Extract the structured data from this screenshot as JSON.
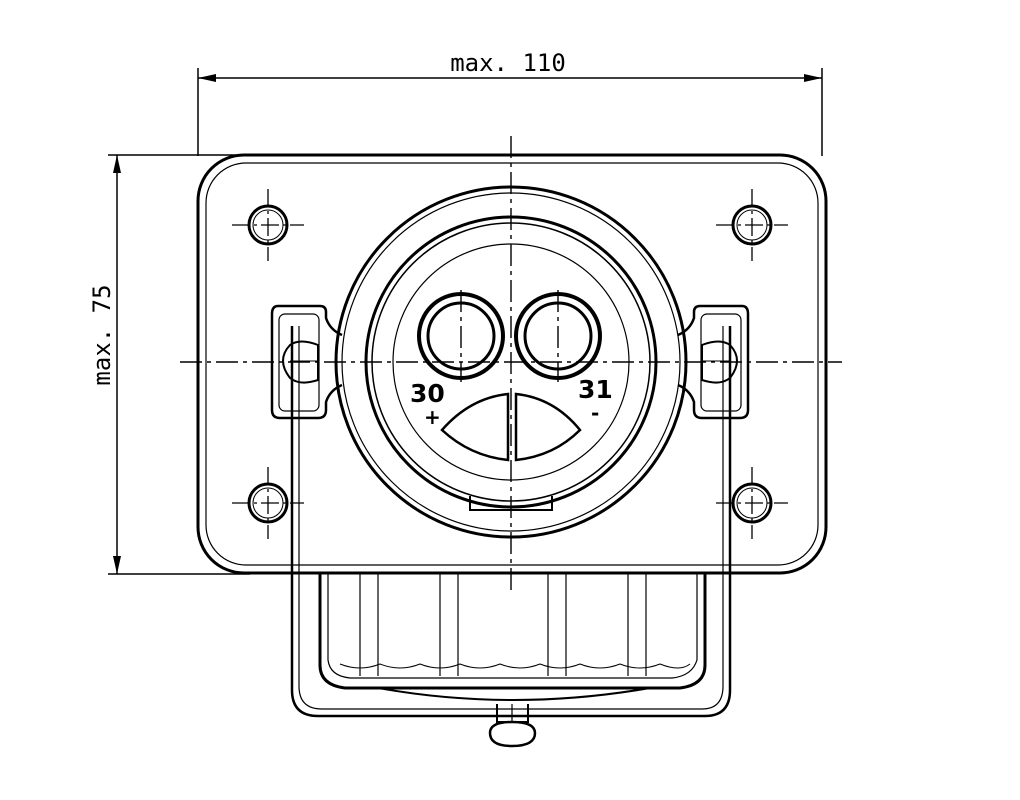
{
  "dimensions": {
    "width_label": "max. 110",
    "height_label": "max. 75"
  },
  "pins": [
    {
      "number": "30",
      "polarity": "+"
    },
    {
      "number": "31",
      "polarity": "-"
    }
  ],
  "colors": {
    "line": "#000000",
    "background": "#ffffff"
  }
}
